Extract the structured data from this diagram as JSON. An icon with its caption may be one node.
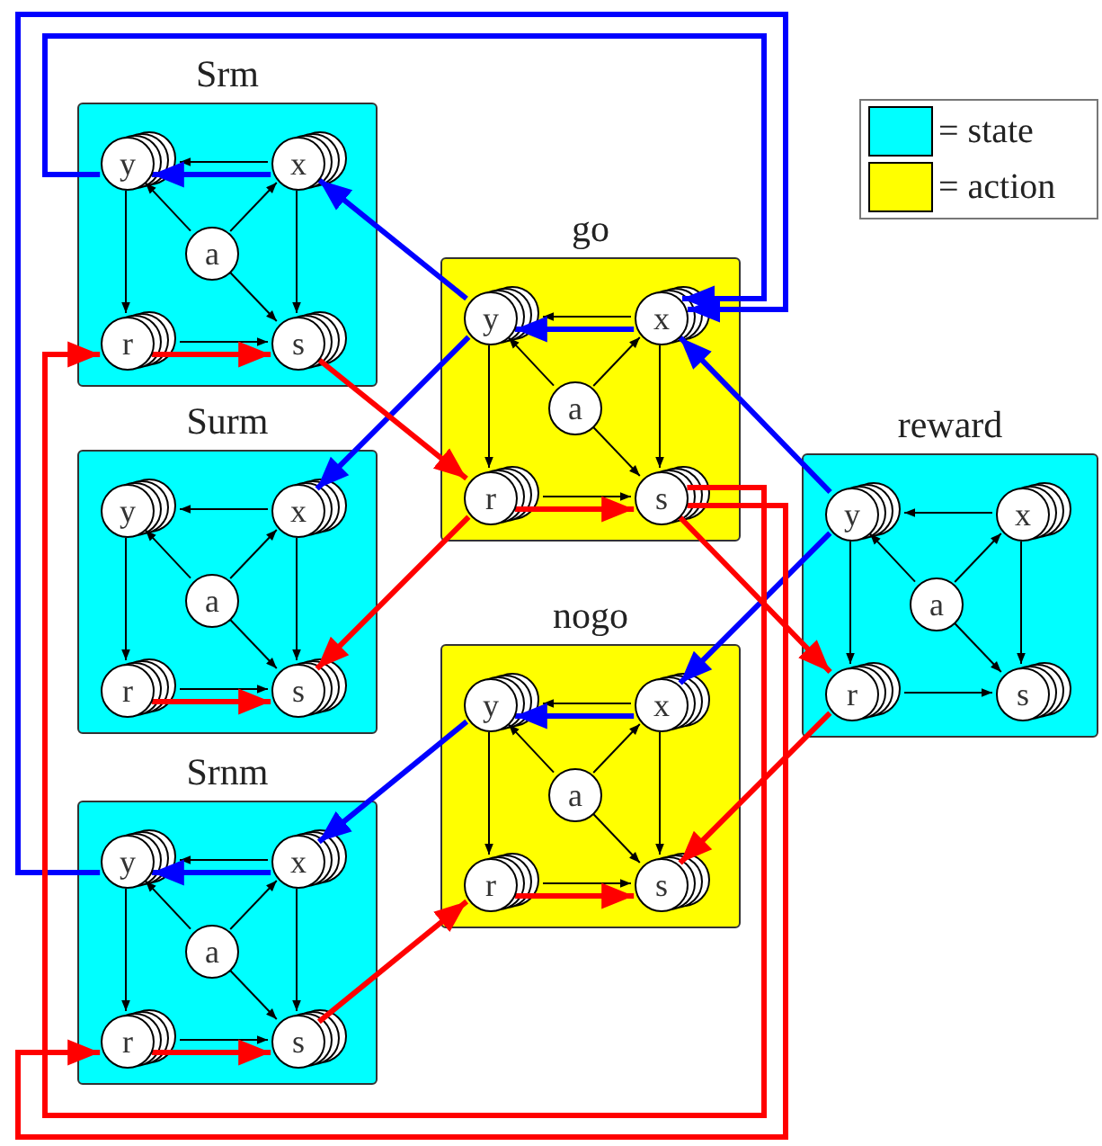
{
  "diagram": {
    "nodes": [
      {
        "text": [
          "Srm"
        ]
      },
      {
        "text": [
          "y"
        ],
        "in": 0
      },
      {
        "text": [
          "x"
        ],
        "in": 0
      },
      {
        "text": [
          "a"
        ],
        "in": 0
      },
      {
        "text": [
          "r"
        ],
        "in": 0
      },
      {
        "text": [
          "s"
        ],
        "in": 0
      },
      {
        "text": [
          "go"
        ]
      },
      {
        "text": [
          "y"
        ],
        "in": 6
      },
      {
        "text": [
          "x"
        ],
        "in": 6
      },
      {
        "text": [
          "a"
        ],
        "in": 6
      },
      {
        "text": [
          "r"
        ],
        "in": 6
      },
      {
        "text": [
          "s"
        ],
        "in": 6
      },
      {
        "text": [
          "Surm"
        ]
      },
      {
        "text": [
          "y"
        ],
        "in": 12
      },
      {
        "text": [
          "x"
        ],
        "in": 12
      },
      {
        "text": [
          "a"
        ],
        "in": 12
      },
      {
        "text": [
          "r"
        ],
        "in": 12
      },
      {
        "text": [
          "s"
        ],
        "in": 12
      },
      {
        "text": [
          "reward"
        ]
      },
      {
        "text": [
          "y"
        ],
        "in": 18
      },
      {
        "text": [
          "x"
        ],
        "in": 18
      },
      {
        "text": [
          "a"
        ],
        "in": 18
      },
      {
        "text": [
          "r"
        ],
        "in": 18
      },
      {
        "text": [
          "s"
        ],
        "in": 18
      },
      {
        "text": [
          "nogo"
        ]
      },
      {
        "text": [
          "y"
        ],
        "in": 24
      },
      {
        "text": [
          "x"
        ],
        "in": 24
      },
      {
        "text": [
          "a"
        ],
        "in": 24
      },
      {
        "text": [
          "r"
        ],
        "in": 24
      },
      {
        "text": [
          "s"
        ],
        "in": 24
      },
      {
        "text": [
          "Srnm"
        ]
      },
      {
        "text": [
          "y"
        ],
        "in": 30
      },
      {
        "text": [
          "x"
        ],
        "in": 30
      },
      {
        "text": [
          "a"
        ],
        "in": 30
      },
      {
        "text": [
          "r"
        ],
        "in": 30
      },
      {
        "text": [
          "s"
        ],
        "in": 30
      }
    ],
    "edges": [
      {
        "from": 2,
        "to": 1,
        "arrow": "to"
      },
      {
        "from": 3,
        "to": 1,
        "arrow": "to"
      },
      {
        "from": 3,
        "to": 2,
        "arrow": "to"
      },
      {
        "from": 1,
        "to": 4,
        "arrow": "to"
      },
      {
        "from": 2,
        "to": 5,
        "arrow": "to"
      },
      {
        "from": 3,
        "to": 5,
        "arrow": "to"
      },
      {
        "from": 4,
        "to": 5,
        "arrow": "to"
      },
      {
        "from": 8,
        "to": 7,
        "arrow": "to"
      },
      {
        "from": 9,
        "to": 7,
        "arrow": "to"
      },
      {
        "from": 9,
        "to": 8,
        "arrow": "to"
      },
      {
        "from": 7,
        "to": 10,
        "arrow": "to"
      },
      {
        "from": 8,
        "to": 11,
        "arrow": "to"
      },
      {
        "from": 9,
        "to": 11,
        "arrow": "to"
      },
      {
        "from": 10,
        "to": 11,
        "arrow": "to"
      },
      {
        "from": 14,
        "to": 13,
        "arrow": "to"
      },
      {
        "from": 15,
        "to": 13,
        "arrow": "to"
      },
      {
        "from": 15,
        "to": 14,
        "arrow": "to"
      },
      {
        "from": 13,
        "to": 16,
        "arrow": "to"
      },
      {
        "from": 14,
        "to": 17,
        "arrow": "to"
      },
      {
        "from": 15,
        "to": 17,
        "arrow": "to"
      },
      {
        "from": 16,
        "to": 17,
        "arrow": "to"
      },
      {
        "from": 20,
        "to": 19,
        "arrow": "to"
      },
      {
        "from": 21,
        "to": 19,
        "arrow": "to"
      },
      {
        "from": 21,
        "to": 20,
        "arrow": "to"
      },
      {
        "from": 19,
        "to": 22,
        "arrow": "to"
      },
      {
        "from": 20,
        "to": 23,
        "arrow": "to"
      },
      {
        "from": 21,
        "to": 23,
        "arrow": "to"
      },
      {
        "from": 22,
        "to": 23,
        "arrow": "to"
      },
      {
        "from": 26,
        "to": 25,
        "arrow": "to"
      },
      {
        "from": 27,
        "to": 25,
        "arrow": "to"
      },
      {
        "from": 27,
        "to": 26,
        "arrow": "to"
      },
      {
        "from": 25,
        "to": 28,
        "arrow": "to"
      },
      {
        "from": 26,
        "to": 29,
        "arrow": "to"
      },
      {
        "from": 27,
        "to": 29,
        "arrow": "to"
      },
      {
        "from": 28,
        "to": 29,
        "arrow": "to"
      },
      {
        "from": 32,
        "to": 31,
        "arrow": "to"
      },
      {
        "from": 33,
        "to": 31,
        "arrow": "to"
      },
      {
        "from": 33,
        "to": 32,
        "arrow": "to"
      },
      {
        "from": 31,
        "to": 34,
        "arrow": "to"
      },
      {
        "from": 32,
        "to": 35,
        "arrow": "to"
      },
      {
        "from": 33,
        "to": 35,
        "arrow": "to"
      },
      {
        "from": 34,
        "to": 35,
        "arrow": "to"
      },
      {
        "from": 1,
        "to": 8,
        "arrow": "to",
        "style": "thick",
        "color": "#0000ff"
      },
      {
        "from": 31,
        "to": 8,
        "arrow": "to",
        "style": "thick",
        "color": "#0000ff"
      },
      {
        "from": 2,
        "to": 1,
        "arrow": "to",
        "style": "thick",
        "color": "#0000ff"
      },
      {
        "from": 32,
        "to": 31,
        "arrow": "to",
        "style": "thick",
        "color": "#0000ff"
      },
      {
        "from": 8,
        "to": 7,
        "arrow": "to",
        "style": "thick",
        "color": "#0000ff"
      },
      {
        "from": 7,
        "to": 2,
        "arrow": "to",
        "style": "thick",
        "color": "#0000ff"
      },
      {
        "from": 7,
        "to": 14,
        "arrow": "to",
        "style": "thick",
        "color": "#0000ff"
      },
      {
        "from": 19,
        "to": 8,
        "arrow": "to",
        "style": "thick",
        "color": "#0000ff"
      },
      {
        "from": 19,
        "to": 26,
        "arrow": "to",
        "style": "thick",
        "color": "#0000ff"
      },
      {
        "from": 26,
        "to": 25,
        "arrow": "to",
        "style": "thick",
        "color": "#0000ff"
      },
      {
        "from": 25,
        "to": 32,
        "arrow": "to",
        "style": "thick",
        "color": "#0000ff"
      },
      {
        "from": 11,
        "to": 4,
        "arrow": "to",
        "style": "thick",
        "color": "#ff0000"
      },
      {
        "from": 11,
        "to": 34,
        "arrow": "to",
        "style": "thick",
        "color": "#ff0000"
      },
      {
        "from": 4,
        "to": 5,
        "arrow": "to",
        "style": "thick",
        "color": "#ff0000"
      },
      {
        "from": 34,
        "to": 35,
        "arrow": "to",
        "style": "thick",
        "color": "#ff0000"
      },
      {
        "from": 16,
        "to": 17,
        "arrow": "to",
        "style": "thick",
        "color": "#ff0000"
      },
      {
        "from": 5,
        "to": 10,
        "arrow": "to",
        "style": "thick",
        "color": "#ff0000"
      },
      {
        "from": 10,
        "to": 17,
        "arrow": "to",
        "style": "thick",
        "color": "#ff0000"
      },
      {
        "from": 10,
        "to": 11,
        "arrow": "to",
        "style": "thick",
        "color": "#ff0000"
      },
      {
        "from": 11,
        "to": 22,
        "arrow": "to",
        "style": "thick",
        "color": "#ff0000"
      },
      {
        "from": 22,
        "to": 29,
        "arrow": "to",
        "style": "thick",
        "color": "#ff0000"
      },
      {
        "from": 28,
        "to": 29,
        "arrow": "to",
        "style": "thick",
        "color": "#ff0000"
      },
      {
        "from": 35,
        "to": 28,
        "arrow": "to",
        "style": "thick",
        "color": "#ff0000"
      }
    ],
    "legend": [
      {
        "text": "= state",
        "color": "#00ffff"
      },
      {
        "text": "= action",
        "color": "#ffff00"
      }
    ]
  }
}
